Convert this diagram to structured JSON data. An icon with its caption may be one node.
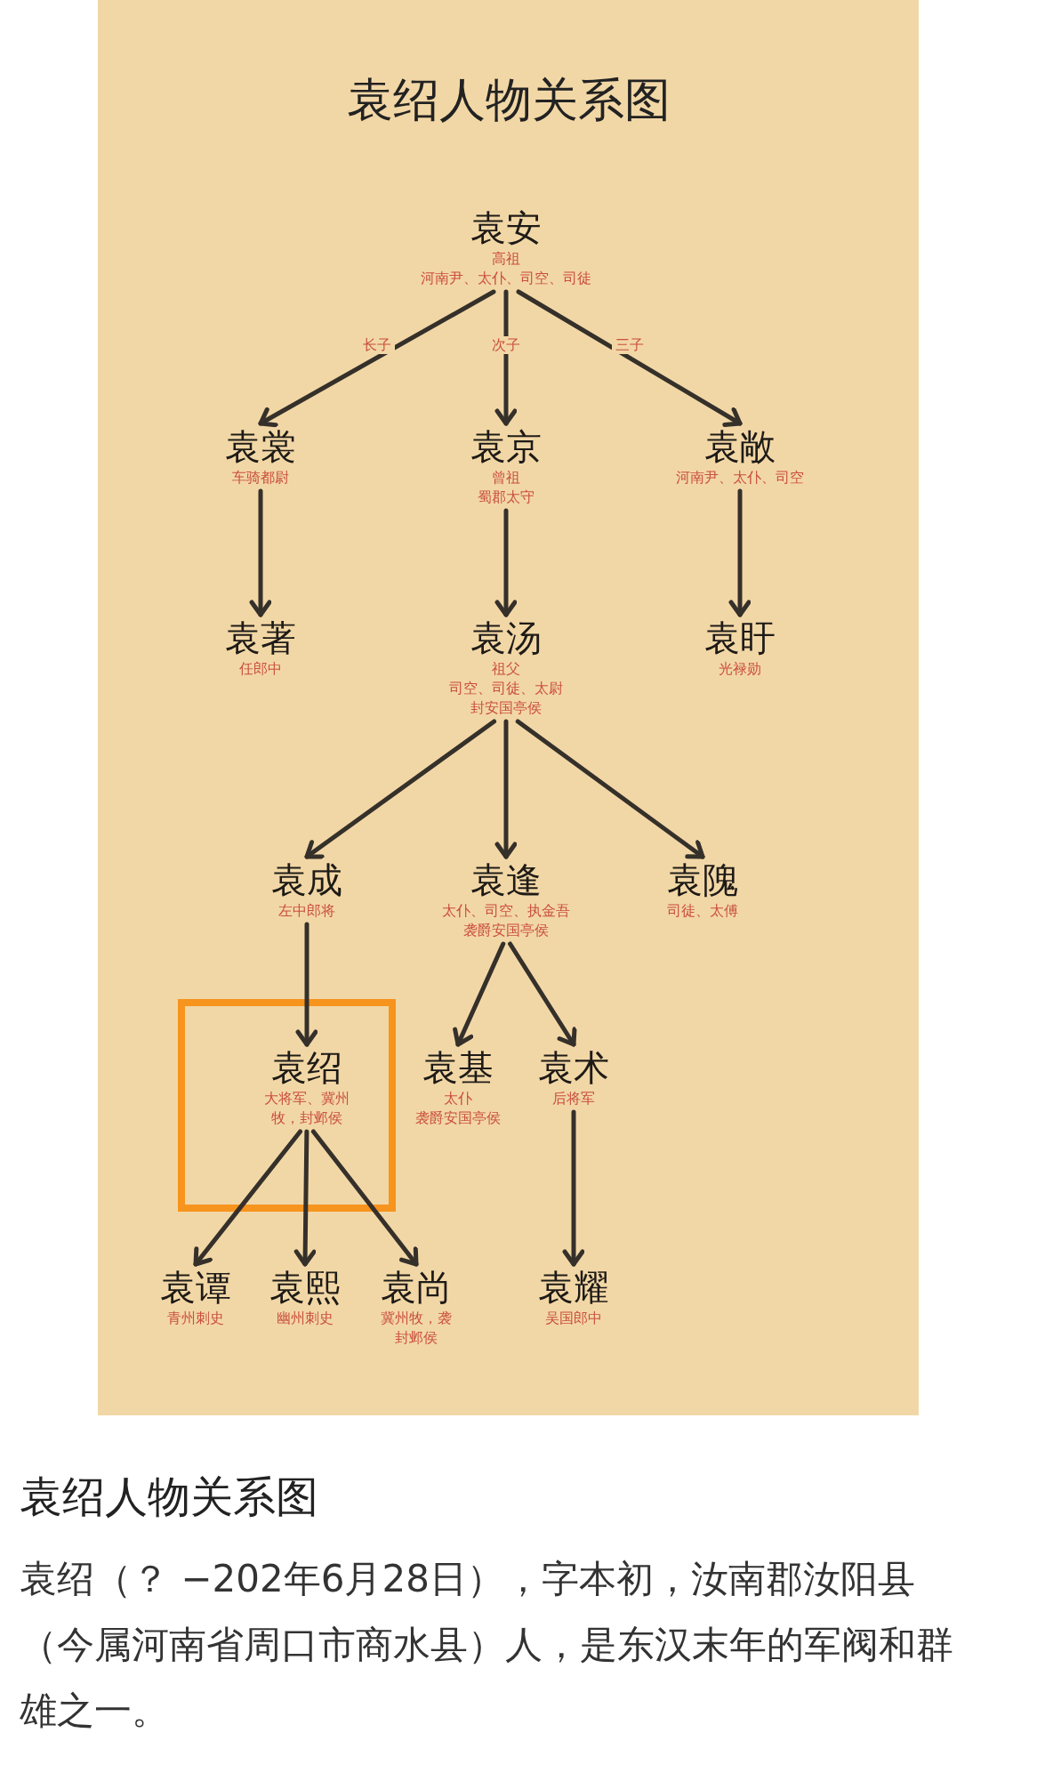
{
  "diagram": {
    "title": "袁绍人物关系图",
    "caption": "袁绍人物关系图",
    "nodes": [
      {
        "text": [
          "袁安",
          "高祖",
          "河南尹、太仆、司空、司徒"
        ]
      },
      {
        "text": [
          "袁裳",
          "车骑都尉"
        ]
      },
      {
        "text": [
          "袁京",
          "曾祖",
          "蜀郡太守"
        ]
      },
      {
        "text": [
          "袁敞",
          "河南尹、太仆、司空"
        ]
      },
      {
        "text": [
          "袁著",
          "任郎中"
        ]
      },
      {
        "text": [
          "袁汤",
          "祖父",
          "司空、司徒、太尉",
          "封安国亭侯"
        ]
      },
      {
        "text": [
          "袁盱",
          "光禄勋"
        ]
      },
      {
        "text": [
          "袁成",
          "左中郎将"
        ]
      },
      {
        "text": [
          "袁逢",
          "太仆、司空、执金吾",
          "袭爵安国亭侯"
        ]
      },
      {
        "text": [
          "袁隗",
          "司徒、太傅"
        ]
      },
      {
        "text": [
          "袁绍",
          "大将军、冀州牧，封邺侯"
        ]
      },
      {
        "text": [
          "袁基",
          "太仆",
          "袭爵安国亭侯"
        ]
      },
      {
        "text": [
          "袁术",
          "后将军"
        ]
      },
      {
        "text": [
          "袁谭",
          "青州刺史"
        ]
      },
      {
        "text": [
          "袁熙",
          "幽州刺史"
        ]
      },
      {
        "text": [
          "袁尚",
          "冀州牧，袭封邺侯"
        ]
      },
      {
        "text": [
          "袁耀",
          "吴国郎中"
        ]
      }
    ],
    "edges": [
      {
        "from": 0,
        "to": 1,
        "arrow": "to",
        "label": "长子"
      },
      {
        "from": 0,
        "to": 2,
        "arrow": "to",
        "label": "次子"
      },
      {
        "from": 0,
        "to": 3,
        "arrow": "to",
        "label": "三子"
      },
      {
        "from": 1,
        "to": 4,
        "arrow": "to"
      },
      {
        "from": 2,
        "to": 5,
        "arrow": "to"
      },
      {
        "from": 3,
        "to": 6,
        "arrow": "to"
      },
      {
        "from": 5,
        "to": 7,
        "arrow": "to"
      },
      {
        "from": 5,
        "to": 8,
        "arrow": "to"
      },
      {
        "from": 5,
        "to": 9,
        "arrow": "to"
      },
      {
        "from": 7,
        "to": 10,
        "arrow": "to"
      },
      {
        "from": 8,
        "to": 11,
        "arrow": "to"
      },
      {
        "from": 8,
        "to": 12,
        "arrow": "to"
      },
      {
        "from": 10,
        "to": 13,
        "arrow": "to"
      },
      {
        "from": 10,
        "to": 14,
        "arrow": "to"
      },
      {
        "from": 10,
        "to": 15,
        "arrow": "to"
      },
      {
        "from": 12,
        "to": 16,
        "arrow": "to"
      }
    ],
    "labels": [
      "袁绍（？ −202年6月28日），字本初，汝南郡汝阳县（今属河南省周口市商水县）人，是东汉末年的军阀和群雄之一。"
    ]
  }
}
